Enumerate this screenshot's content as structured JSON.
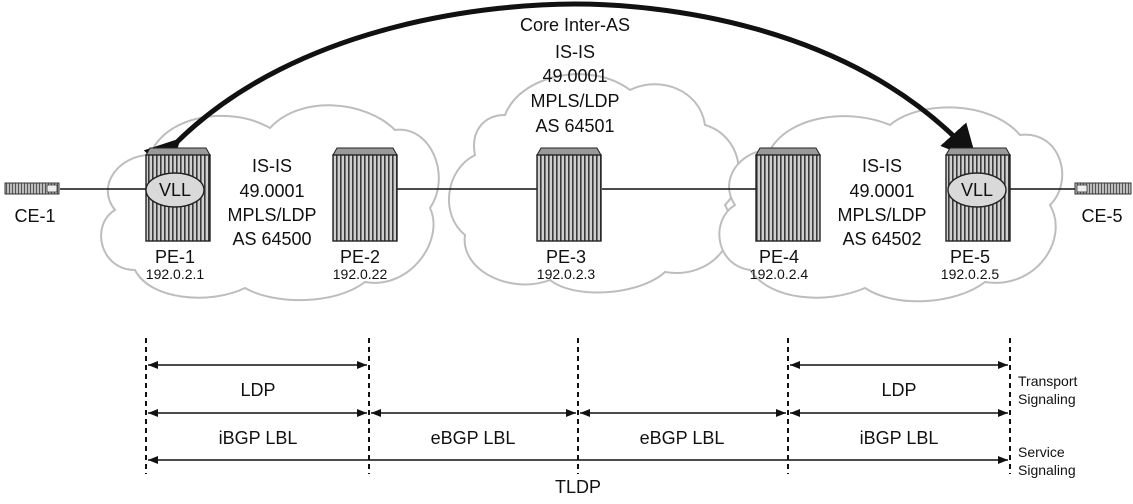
{
  "core": {
    "title": "Core Inter-AS",
    "lines": [
      "IS-IS",
      "49.0001",
      "MPLS/LDP",
      "AS 64501"
    ]
  },
  "left_domain": {
    "lines": [
      "IS-IS",
      "49.0001",
      "MPLS/LDP",
      "AS 64500"
    ]
  },
  "right_domain": {
    "lines": [
      "IS-IS",
      "49.0001",
      "MPLS/LDP",
      "AS 64502"
    ]
  },
  "nodes": {
    "ce1": {
      "name": "CE-1"
    },
    "ce5": {
      "name": "CE-5"
    },
    "pe1": {
      "name": "PE-1",
      "ip": "192.0.2.1",
      "service": "VLL"
    },
    "pe2": {
      "name": "PE-2",
      "ip": "192.0.22"
    },
    "pe3": {
      "name": "PE-3",
      "ip": "192.0.2.3"
    },
    "pe4": {
      "name": "PE-4",
      "ip": "192.0.2.4"
    },
    "pe5": {
      "name": "PE-5",
      "ip": "192.0.2.5",
      "service": "VLL"
    }
  },
  "signaling": {
    "ldp_left": "LDP",
    "ldp_right": "LDP",
    "ibgp_left": "iBGP LBL",
    "ebgp_mid_left": "eBGP LBL",
    "ebgp_mid_right": "eBGP LBL",
    "ibgp_right": "iBGP LBL",
    "tldp": "TLDP",
    "transport_label": [
      "Transport",
      "Signaling"
    ],
    "service_label": [
      "Service",
      "Signaling"
    ]
  }
}
